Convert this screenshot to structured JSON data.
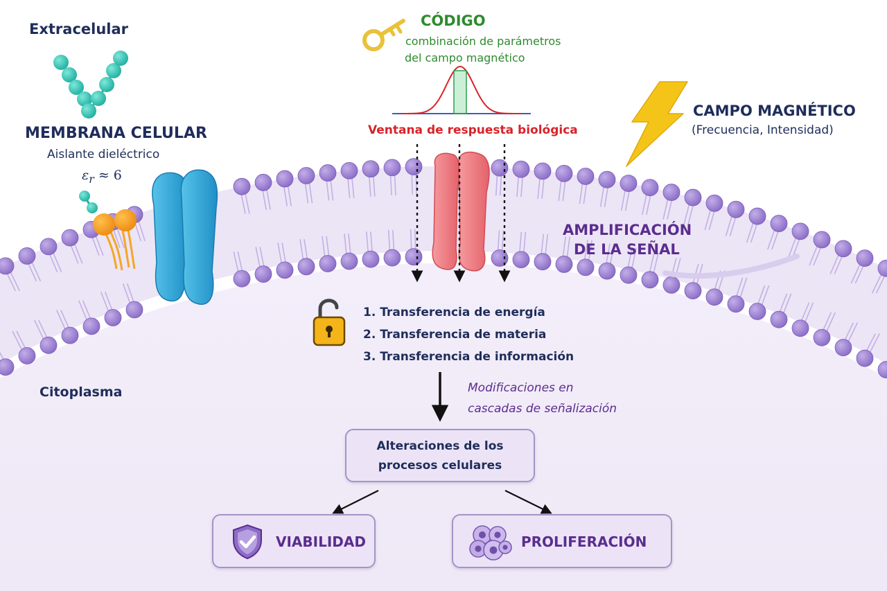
{
  "labels": {
    "extracelular": "Extracelular",
    "membrana": "MEMBRANA CELULAR",
    "aislante": "Aislante dieléctrico",
    "epsilon_sym": "ε",
    "epsilon_sub": "r",
    "epsilon_rest": " ≈ 6",
    "codigo": "CÓDIGO",
    "combinacion_1": "combinación de parámetros",
    "combinacion_2": "del campo magnético",
    "ventana": "Ventana de respuesta biológica",
    "campo": "CAMPO MAGNÉTICO",
    "campo_params": "(Frecuencia, Intensidad)",
    "amplificacion_1": "AMPLIFICACIÓN",
    "amplificacion_2": "DE LA SEÑAL",
    "citoplasma": "Citoplasma",
    "modificaciones_1": "Modificaciones en",
    "modificaciones_2": "cascadas de señalización"
  },
  "steps": [
    "1.  Transferencia de energía",
    "2.  Transferencia de materia",
    "3.  Transferencia de información"
  ],
  "boxes": {
    "alteraciones_1": "Alteraciones de los",
    "alteraciones_2": "procesos celulares",
    "viabilidad": "VIABILIDAD",
    "proliferacion": "PROLIFERACIÓN"
  },
  "colors": {
    "navy": "#1f2d5a",
    "purple": "#5b2d8e",
    "green": "#2e8b2e",
    "red": "#d8232a",
    "lipid_head": "#9b7fd1",
    "channel_blue": "#2fa8d8",
    "channel_red": "#f07b80",
    "glycan_teal": "#2cc4b4",
    "glycolipid_orange": "#f5a623",
    "key_gold": "#e9c23a",
    "lightning_yellow": "#f4c518",
    "cytoplasm": "#f2ecf8"
  },
  "icons": [
    "key-icon",
    "lightning-icon",
    "unlock-icon",
    "shield-check-icon",
    "cells-icon"
  ]
}
